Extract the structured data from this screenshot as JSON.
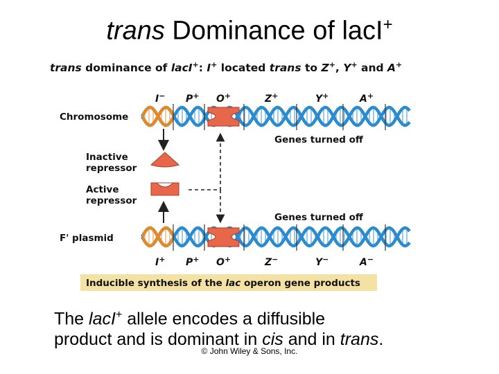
{
  "slide": {
    "title_italic": "trans",
    "title_main": " Dominance of ",
    "title_gene": "lacI",
    "title_sup": "+"
  },
  "figure": {
    "heading": {
      "part1": "trans",
      "part2": " dominance of ",
      "part3": "lacI",
      "part4": "+",
      "part5": ": ",
      "part6": "I",
      "part7": "+",
      "part8": " located ",
      "part9": "trans",
      "part10": " to ",
      "part11": "Z",
      "part12": "+",
      "part13": ", ",
      "part14": "Y",
      "part15": "+",
      "part16": " and ",
      "part17": "A",
      "part18": "+"
    },
    "chromosome_label": "Chromosome",
    "plasmid_label": "F' plasmid",
    "inactive_line1": "Inactive",
    "inactive_line2": "repressor",
    "active_line1": "Active",
    "active_line2": "repressor",
    "genes_off_top": "Genes turned off",
    "genes_off_bottom": "Genes turned off",
    "chromosome_genes": [
      {
        "name": "I",
        "allele": "−"
      },
      {
        "name": "P",
        "allele": "+"
      },
      {
        "name": "O",
        "allele": "+"
      },
      {
        "name": "Z",
        "allele": "+"
      },
      {
        "name": "Y",
        "allele": "+"
      },
      {
        "name": "A",
        "allele": "+"
      }
    ],
    "plasmid_genes": [
      {
        "name": "I",
        "allele": "+"
      },
      {
        "name": "P",
        "allele": "+"
      },
      {
        "name": "O",
        "allele": "+"
      },
      {
        "name": "Z",
        "allele": "−"
      },
      {
        "name": "Y",
        "allele": "−"
      },
      {
        "name": "A",
        "allele": "−"
      }
    ],
    "banner": {
      "part1": "Inducible synthesis of the ",
      "part2": "lac",
      "part3": " operon gene products"
    },
    "colors": {
      "dna_blue": "#2a8bcf",
      "dna_orange": "#e08a2c",
      "repressor": "#e8664a",
      "banner": "#f3e2a4"
    }
  },
  "caption": {
    "line1_a": "The ",
    "line1_b": "lacI",
    "line1_c": "+",
    "line1_d": " allele encodes a diffusible",
    "line2_a": "product and is dominant in ",
    "line2_b": "cis",
    "line2_c": " and in ",
    "line2_d": "trans",
    "line2_e": "."
  },
  "copyright": "© John Wiley & Sons, Inc."
}
